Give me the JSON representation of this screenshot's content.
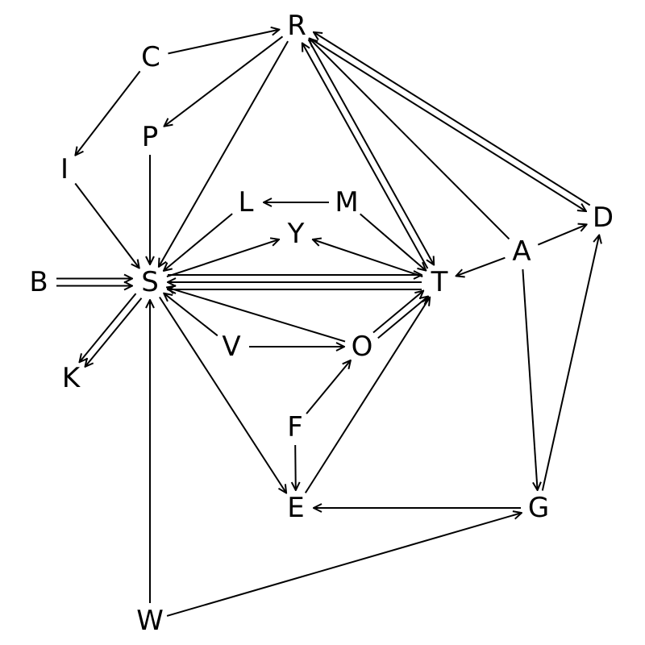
{
  "diagram": {
    "type": "directed-graph",
    "nodes": [
      {
        "id": "R",
        "label": "R"
      },
      {
        "id": "C",
        "label": "C"
      },
      {
        "id": "P",
        "label": "P"
      },
      {
        "id": "I",
        "label": "I"
      },
      {
        "id": "L",
        "label": "L"
      },
      {
        "id": "M",
        "label": "M"
      },
      {
        "id": "D",
        "label": "D"
      },
      {
        "id": "Y",
        "label": "Y"
      },
      {
        "id": "A",
        "label": "A"
      },
      {
        "id": "B",
        "label": "B"
      },
      {
        "id": "S",
        "label": "S"
      },
      {
        "id": "T",
        "label": "T"
      },
      {
        "id": "V",
        "label": "V"
      },
      {
        "id": "O",
        "label": "O"
      },
      {
        "id": "K",
        "label": "K"
      },
      {
        "id": "F",
        "label": "F"
      },
      {
        "id": "E",
        "label": "E"
      },
      {
        "id": "G",
        "label": "G"
      },
      {
        "id": "W",
        "label": "W"
      }
    ],
    "edges": [
      {
        "from": "C",
        "to": "R"
      },
      {
        "from": "C",
        "to": "I"
      },
      {
        "from": "R",
        "to": "P"
      },
      {
        "from": "R",
        "to": "S"
      },
      {
        "from": "R",
        "to": "T"
      },
      {
        "from": "T",
        "to": "R"
      },
      {
        "from": "R",
        "to": "D"
      },
      {
        "from": "D",
        "to": "R"
      },
      {
        "from": "A",
        "to": "R"
      },
      {
        "from": "P",
        "to": "S"
      },
      {
        "from": "I",
        "to": "S"
      },
      {
        "from": "L",
        "to": "S"
      },
      {
        "from": "M",
        "to": "L"
      },
      {
        "from": "M",
        "to": "T"
      },
      {
        "from": "S",
        "to": "Y"
      },
      {
        "from": "T",
        "to": "Y"
      },
      {
        "from": "B",
        "to": "S"
      },
      {
        "from": "B",
        "to": "S"
      },
      {
        "from": "S",
        "to": "T"
      },
      {
        "from": "T",
        "to": "S"
      },
      {
        "from": "T",
        "to": "S"
      },
      {
        "from": "S",
        "to": "K"
      },
      {
        "from": "S",
        "to": "K"
      },
      {
        "from": "V",
        "to": "S"
      },
      {
        "from": "O",
        "to": "S"
      },
      {
        "from": "V",
        "to": "O"
      },
      {
        "from": "O",
        "to": "T"
      },
      {
        "from": "O",
        "to": "T"
      },
      {
        "from": "S",
        "to": "E"
      },
      {
        "from": "E",
        "to": "T"
      },
      {
        "from": "F",
        "to": "O"
      },
      {
        "from": "F",
        "to": "E"
      },
      {
        "from": "G",
        "to": "E"
      },
      {
        "from": "A",
        "to": "T"
      },
      {
        "from": "A",
        "to": "D"
      },
      {
        "from": "A",
        "to": "G"
      },
      {
        "from": "G",
        "to": "D"
      },
      {
        "from": "W",
        "to": "S"
      },
      {
        "from": "W",
        "to": "G"
      }
    ]
  }
}
